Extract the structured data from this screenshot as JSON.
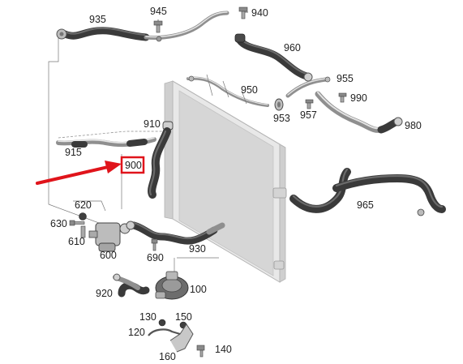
{
  "part_numbers": [
    "935",
    "945",
    "940",
    "960",
    "955",
    "950",
    "990",
    "953",
    "957",
    "980",
    "910",
    "915",
    "900",
    "965",
    "620",
    "630",
    "610",
    "600",
    "690",
    "930",
    "920",
    "100",
    "130",
    "150",
    "120",
    "160",
    "140"
  ],
  "highlight": {
    "label": "900",
    "color": "#e0141b"
  }
}
